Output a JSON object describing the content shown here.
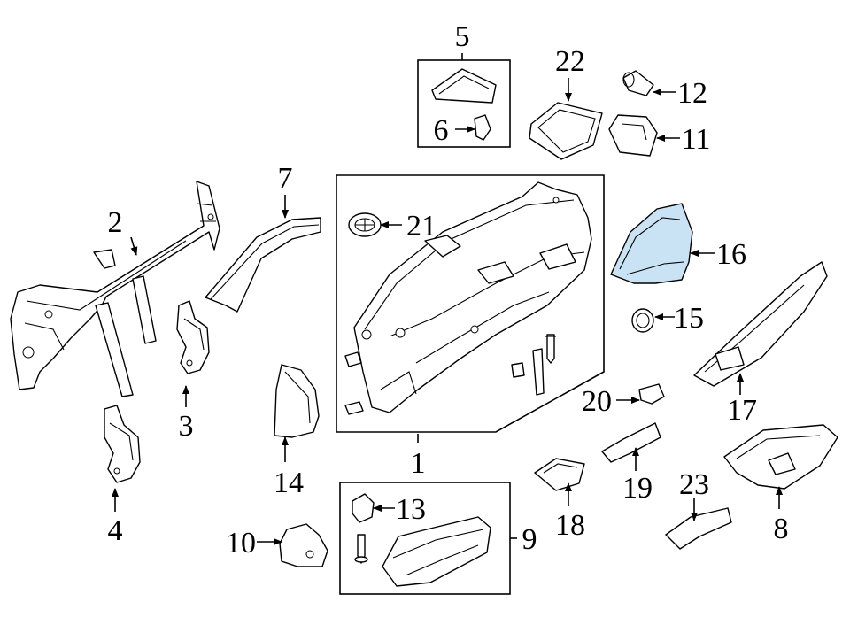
{
  "labels": {
    "l1": "1",
    "l2": "2",
    "l3": "3",
    "l4": "4",
    "l5": "5",
    "l6": "6",
    "l7": "7",
    "l8": "8",
    "l9": "9",
    "l10": "10",
    "l11": "11",
    "l12": "12",
    "l13": "13",
    "l14": "14",
    "l15": "15",
    "l16": "16",
    "l17": "17",
    "l18": "18",
    "l19": "19",
    "l20": "20",
    "l21": "21",
    "l22": "22",
    "l23": "23"
  },
  "colors": {
    "highlight": "#c9e3f5",
    "ink": "#000000"
  },
  "highlighted_part": "16"
}
